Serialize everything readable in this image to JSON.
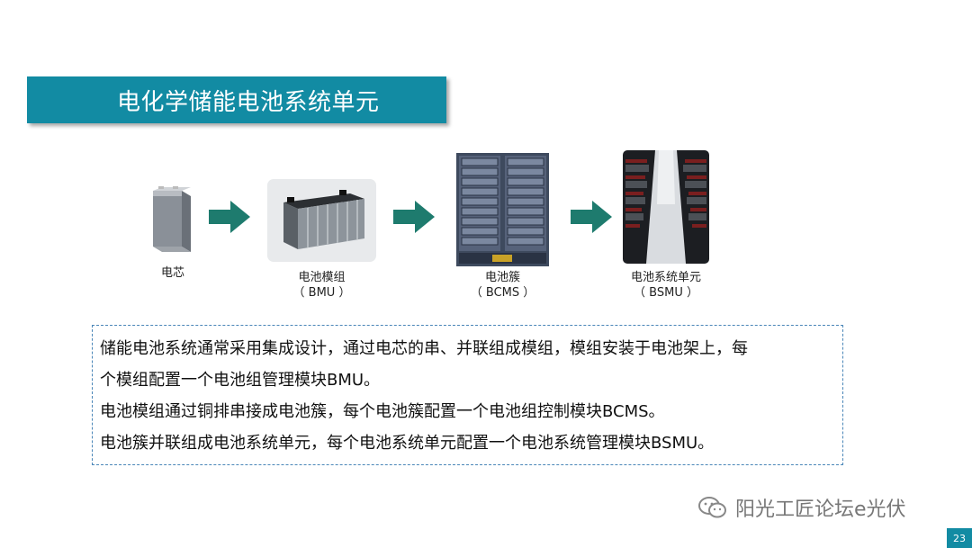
{
  "header": {
    "title": "电化学储能电池系统单元"
  },
  "flow": {
    "cell": {
      "label": "电芯"
    },
    "module": {
      "label": "电池模组",
      "sublabel": "（ BMU ）"
    },
    "cluster": {
      "label": "电池簇",
      "sublabel": "（ BCMS ）"
    },
    "system": {
      "label": "电池系统单元",
      "sublabel": "（ BSMU ）"
    },
    "arrow_color": "#1e7b6e"
  },
  "description": {
    "lines": [
      "储能电池系统通常采用集成设计，通过电芯的串、并联组成模组，模组安装于电池架上，每",
      "个模组配置一个电池组管理模块BMU。",
      "电池模组通过铜排串接成电池簇，每个电池簇配置一个电池组控制模块BCMS。",
      "电池簇并联组成电池系统单元，每个电池系统单元配置一个电池系统管理模块BSMU。"
    ]
  },
  "watermark": {
    "text": "阳光工匠论坛e光伏",
    "icon": "wechat-icon"
  },
  "footer": {
    "page_number": "23"
  },
  "colors": {
    "accent": "#128ba3",
    "arrow": "#1e7b6e",
    "border": "#4a86b8"
  }
}
